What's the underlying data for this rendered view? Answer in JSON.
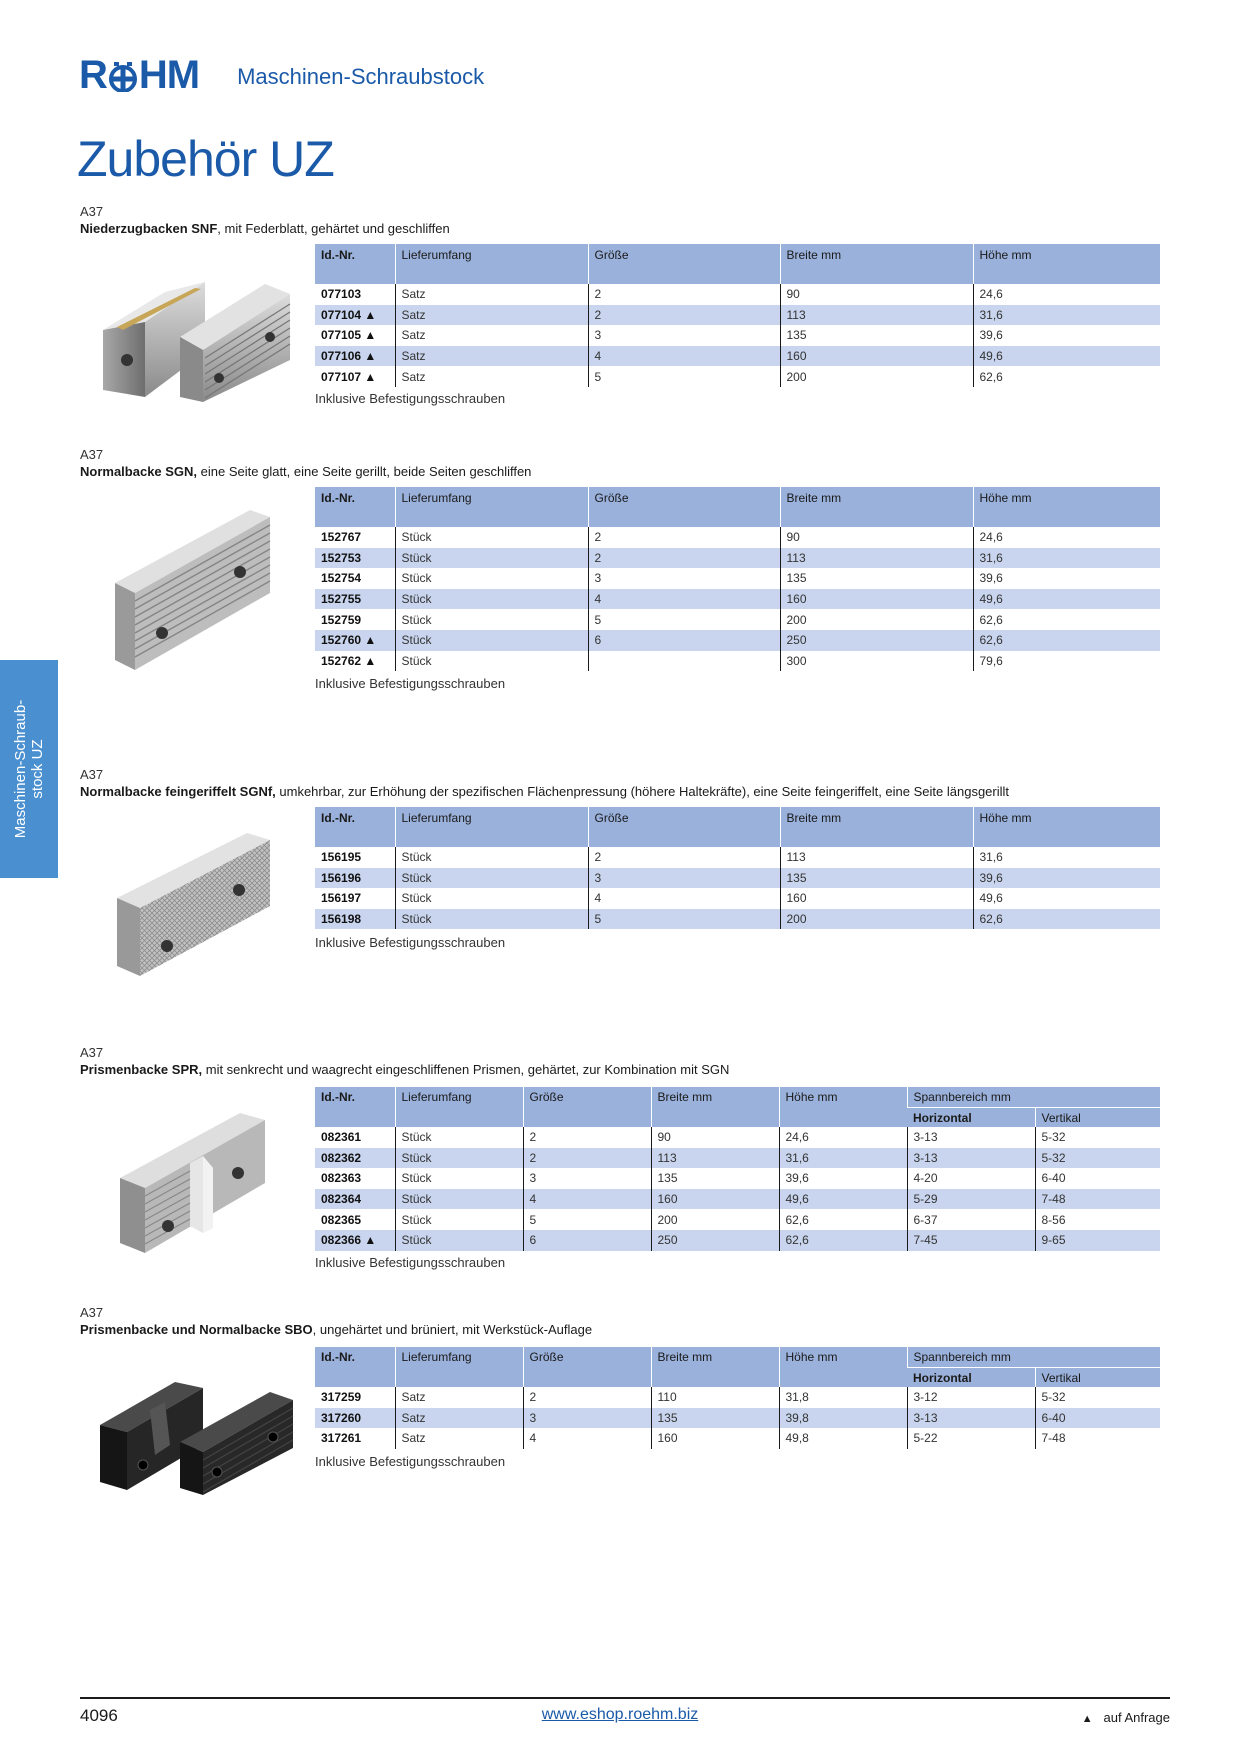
{
  "brand": {
    "logo_text_left": "R",
    "logo_text_right": "HM"
  },
  "header": {
    "title": "Maschinen-Schraubstock"
  },
  "page": {
    "title": "Zubehör UZ"
  },
  "side_tab": {
    "line1": "Maschinen-Schraub-",
    "line2": "stock UZ"
  },
  "common": {
    "included": "Inklusive Befestigungsschrauben"
  },
  "sections": [
    {
      "code": "A37",
      "name": "Niederzugbacken SNF",
      "desc": ", mit Federblatt, gehärtet und geschliffen",
      "headers": [
        "Id.-Nr.",
        "Lieferumfang",
        "Größe",
        "Breite mm",
        "Höhe mm"
      ],
      "rows": [
        [
          "077103",
          "Satz",
          "2",
          "90",
          "24,6"
        ],
        [
          "077104 ▲",
          "Satz",
          "2",
          "113",
          "31,6"
        ],
        [
          "077105 ▲",
          "Satz",
          "3",
          "135",
          "39,6"
        ],
        [
          "077106 ▲",
          "Satz",
          "4",
          "160",
          "49,6"
        ],
        [
          "077107 ▲",
          "Satz",
          "5",
          "200",
          "62,6"
        ]
      ]
    },
    {
      "code": "A37",
      "name": "Normalbacke SGN,",
      "desc": " eine Seite glatt, eine Seite gerillt, beide Seiten geschliffen",
      "headers": [
        "Id.-Nr.",
        "Lieferumfang",
        "Größe",
        "Breite mm",
        "Höhe mm"
      ],
      "rows": [
        [
          "152767",
          "Stück",
          "2",
          "90",
          "24,6"
        ],
        [
          "152753",
          "Stück",
          "2",
          "113",
          "31,6"
        ],
        [
          "152754",
          "Stück",
          "3",
          "135",
          "39,6"
        ],
        [
          "152755",
          "Stück",
          "4",
          "160",
          "49,6"
        ],
        [
          "152759",
          "Stück",
          "5",
          "200",
          "62,6"
        ],
        [
          "152760 ▲",
          "Stück",
          "6",
          "250",
          "62,6"
        ],
        [
          "152762 ▲",
          "Stück",
          "",
          "300",
          "79,6"
        ]
      ]
    },
    {
      "code": "A37",
      "name": "Normalbacke feingeriffelt SGNf,",
      "desc": " umkehrbar, zur Erhöhung der spezifischen Flächenpressung (höhere Haltekräfte), eine Seite feingeriffelt, eine Seite längsgerillt",
      "headers": [
        "Id.-Nr.",
        "Lieferumfang",
        "Größe",
        "Breite mm",
        "Höhe mm"
      ],
      "rows": [
        [
          "156195",
          "Stück",
          "2",
          "113",
          "31,6"
        ],
        [
          "156196",
          "Stück",
          "3",
          "135",
          "39,6"
        ],
        [
          "156197",
          "Stück",
          "4",
          "160",
          "49,6"
        ],
        [
          "156198",
          "Stück",
          "5",
          "200",
          "62,6"
        ]
      ]
    },
    {
      "code": "A37",
      "name": "Prismenbacke SPR,",
      "desc": " mit senkrecht und waagrecht eingeschliffenen Prismen, gehärtet, zur Kombination mit SGN",
      "headers": [
        "Id.-Nr.",
        "Lieferumfang",
        "Größe",
        "Breite mm",
        "Höhe mm",
        "Spannbereich mm"
      ],
      "subheaders": [
        "Horizontal",
        "Vertikal"
      ],
      "rows": [
        [
          "082361",
          "Stück",
          "2",
          "90",
          "24,6",
          "3-13",
          "5-32"
        ],
        [
          "082362",
          "Stück",
          "2",
          "113",
          "31,6",
          "3-13",
          "5-32"
        ],
        [
          "082363",
          "Stück",
          "3",
          "135",
          "39,6",
          "4-20",
          "6-40"
        ],
        [
          "082364",
          "Stück",
          "4",
          "160",
          "49,6",
          "5-29",
          "7-48"
        ],
        [
          "082365",
          "Stück",
          "5",
          "200",
          "62,6",
          "6-37",
          "8-56"
        ],
        [
          "082366 ▲",
          "Stück",
          "6",
          "250",
          "62,6",
          "7-45",
          "9-65"
        ]
      ]
    },
    {
      "code": "A37",
      "name": "Prismenbacke und Normalbacke SBO",
      "desc": ", ungehärtet und brüniert, mit Werkstück-Auflage",
      "headers": [
        "Id.-Nr.",
        "Lieferumfang",
        "Größe",
        "Breite mm",
        "Höhe mm",
        "Spannbereich mm"
      ],
      "subheaders": [
        "Horizontal",
        "Vertikal"
      ],
      "rows": [
        [
          "317259",
          "Satz",
          "2",
          "110",
          "31,8",
          "3-12",
          "5-32"
        ],
        [
          "317260",
          "Satz",
          "3",
          "135",
          "39,8",
          "3-13",
          "6-40"
        ],
        [
          "317261",
          "Satz",
          "4",
          "160",
          "49,8",
          "5-22",
          "7-48"
        ]
      ]
    }
  ],
  "footer": {
    "page_number": "4096",
    "url": "www.eshop.roehm.biz",
    "note_symbol": "▲",
    "note": "auf Anfrage"
  }
}
